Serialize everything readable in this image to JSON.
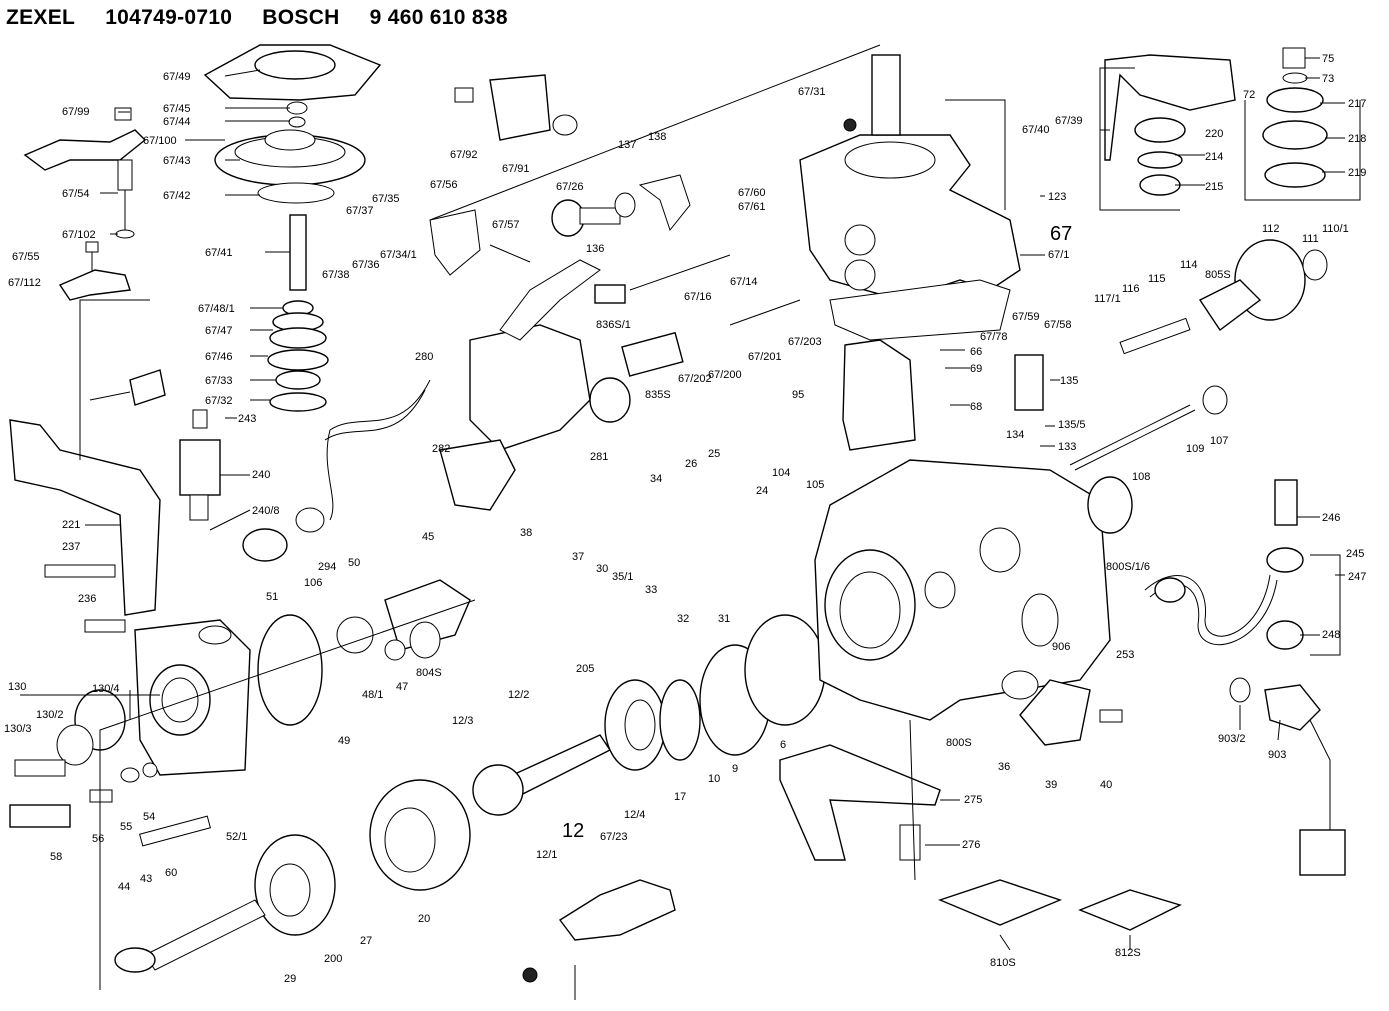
{
  "header": {
    "brand": "ZEXEL",
    "zexel_number": "104749-0710",
    "bosch_label": "BOSCH",
    "bosch_number": "9 460 610 838"
  },
  "diagram": {
    "big_labels": [
      "67",
      "12"
    ],
    "part_labels": [
      "67/49",
      "67/99",
      "67/45",
      "67/44",
      "67/100",
      "67/43",
      "67/42",
      "67/54",
      "67/102",
      "67/55",
      "67/112",
      "67/41",
      "67/48/1",
      "67/47",
      "67/46",
      "67/33",
      "67/32",
      "243",
      "240",
      "240/8",
      "221",
      "237",
      "236",
      "67/92",
      "67/91",
      "67/26",
      "67/37",
      "67/35",
      "67/38",
      "67/36",
      "67/56",
      "67/34/1",
      "67/57",
      "137",
      "138",
      "136",
      "67/60",
      "67/61",
      "67/14",
      "67/16",
      "836S/1",
      "835S",
      "67/202",
      "67/200",
      "67/201",
      "67/203",
      "280",
      "282",
      "294",
      "281",
      "67/31",
      "67/40",
      "67/39",
      "123",
      "67/1",
      "67/59",
      "67/58",
      "67/78",
      "66",
      "69",
      "68",
      "95",
      "75",
      "73",
      "217",
      "218",
      "219",
      "220",
      "214",
      "215",
      "72",
      "112",
      "111",
      "110/1",
      "805S",
      "114",
      "115",
      "116",
      "117/1",
      "135",
      "135/5",
      "134",
      "133",
      "107",
      "109",
      "108",
      "246",
      "245",
      "247",
      "248",
      "253",
      "800S/1/6",
      "906",
      "800S",
      "903/2",
      "903",
      "36",
      "39",
      "40",
      "26",
      "25",
      "24",
      "104",
      "105",
      "34",
      "38",
      "37",
      "30",
      "35/1",
      "33",
      "32",
      "31",
      "45",
      "50",
      "51",
      "106",
      "804S",
      "47",
      "48/1",
      "49",
      "130",
      "130/4",
      "130/2",
      "130/3",
      "58",
      "56",
      "55",
      "54",
      "205",
      "12/2",
      "12/3",
      "12/4",
      "12/1",
      "17",
      "10",
      "9",
      "6",
      "275",
      "276",
      "60",
      "52/1",
      "44",
      "43",
      "29",
      "200",
      "27",
      "20",
      "67/23",
      "810S",
      "812S"
    ]
  }
}
